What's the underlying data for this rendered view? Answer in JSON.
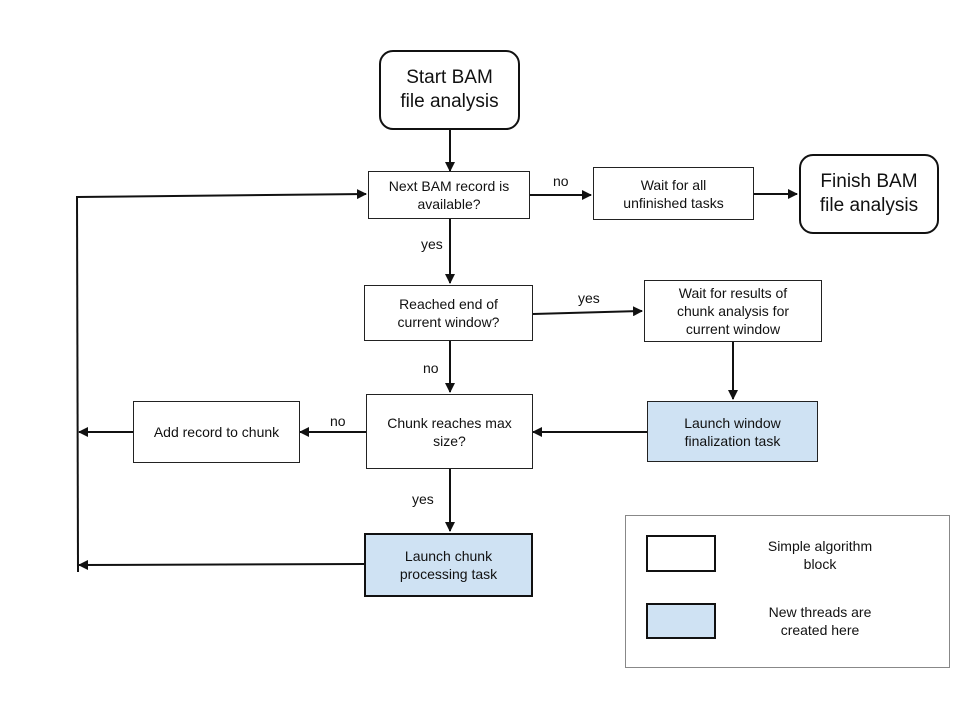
{
  "nodes": {
    "start": "Start BAM\nfile analysis",
    "next_record": "Next BAM record is\navailable?",
    "wait_unfinished": "Wait for all\nunfinished tasks",
    "finish": "Finish BAM\nfile analysis",
    "end_window": "Reached end of\ncurrent window?",
    "wait_results": "Wait for results of\nchunk analysis for\ncurrent window",
    "chunk_max": "Chunk reaches max\nsize?",
    "add_record": "Add record to chunk",
    "launch_window": "Launch window\nfinalization task",
    "launch_chunk": "Launch chunk\nprocessing task"
  },
  "edge_labels": {
    "next_no": "no",
    "next_yes": "yes",
    "window_yes": "yes",
    "window_no": "no",
    "chunk_no": "no",
    "chunk_yes": "yes"
  },
  "legend": {
    "simple_block": "Simple algorithm\nblock",
    "new_threads": "New threads are\ncreated here"
  },
  "colors": {
    "thread_block_fill": "#cfe2f3",
    "stroke": "#111111"
  }
}
